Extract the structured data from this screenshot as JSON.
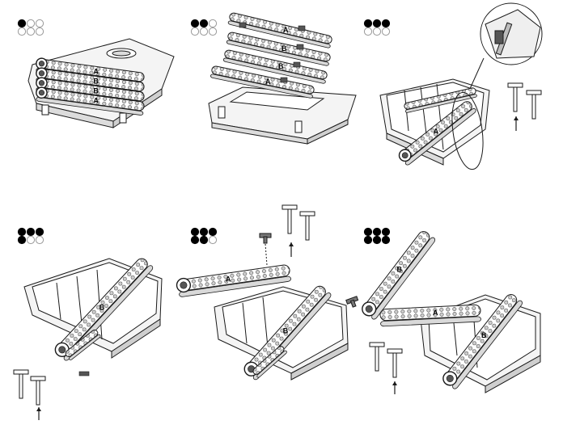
{
  "steps": [
    {
      "number": 1,
      "dots_total": 6,
      "dots_filled": 1
    },
    {
      "number": 2,
      "dots_total": 6,
      "dots_filled": 2
    },
    {
      "number": 3,
      "dots_total": 6,
      "dots_filled": 3
    },
    {
      "number": 4,
      "dots_total": 6,
      "dots_filled": 4
    },
    {
      "number": 5,
      "dots_total": 6,
      "dots_filled": 5
    },
    {
      "number": 6,
      "dots_total": 6,
      "dots_filled": 6
    }
  ],
  "part_labels": {
    "a": "A",
    "b": "B"
  },
  "colors": {
    "line": "#1a1a1a",
    "filled_dot": "#000000",
    "empty_dot": "#9a9a9a",
    "fill_light": "#f2f2f2",
    "fill_mid": "#d9d9d9",
    "fill_dark": "#555555"
  }
}
